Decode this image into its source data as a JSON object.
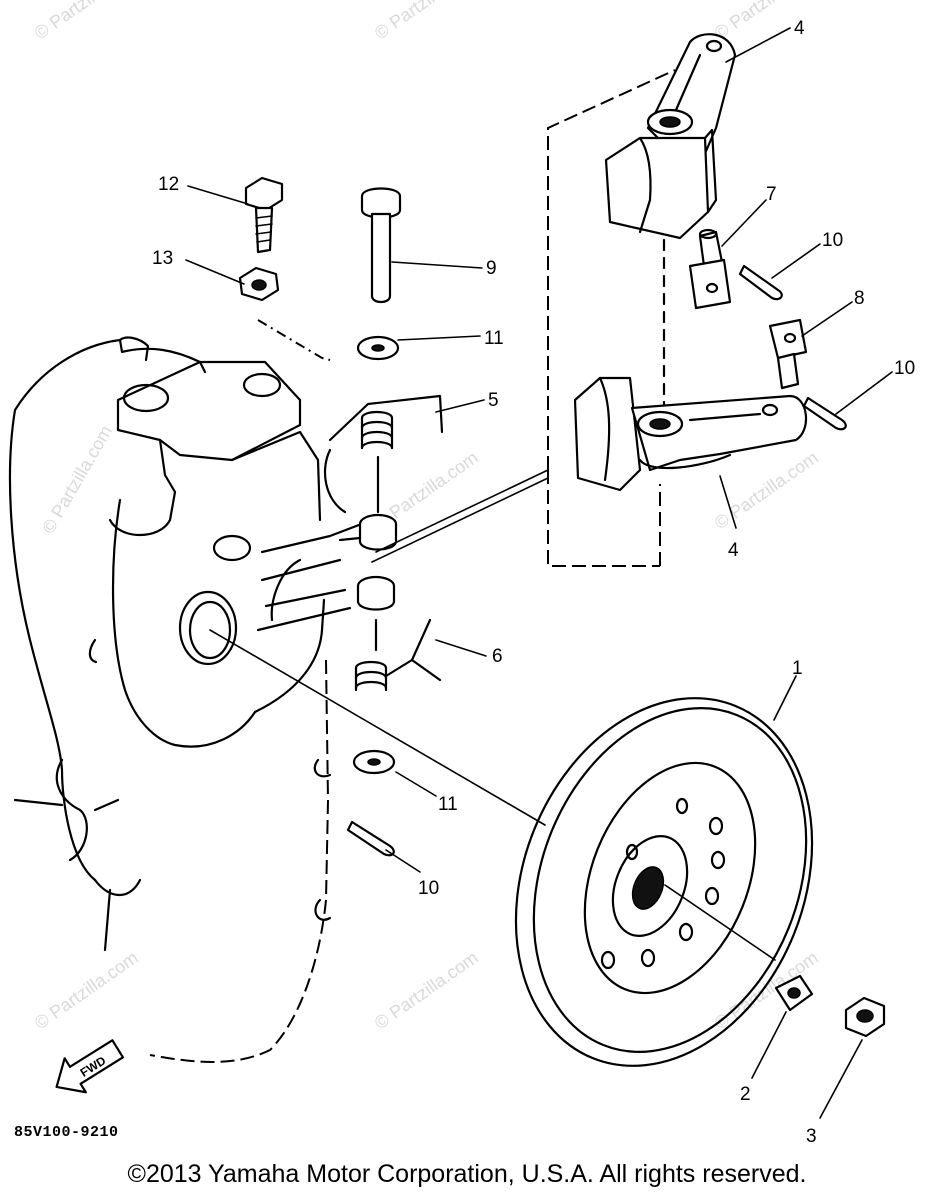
{
  "diagram": {
    "callouts": [
      "4",
      "7",
      "10",
      "8",
      "10",
      "12",
      "9",
      "13",
      "11",
      "5",
      "4",
      "1",
      "6",
      "11",
      "10",
      "2",
      "3"
    ],
    "watermark": "© Partzilla.com",
    "fwd_label": "FWD",
    "drawing_code": "85V100-9210"
  },
  "footer": {
    "copyright": "©2013 Yamaha Motor Corporation, U.S.A. All rights reserved."
  }
}
